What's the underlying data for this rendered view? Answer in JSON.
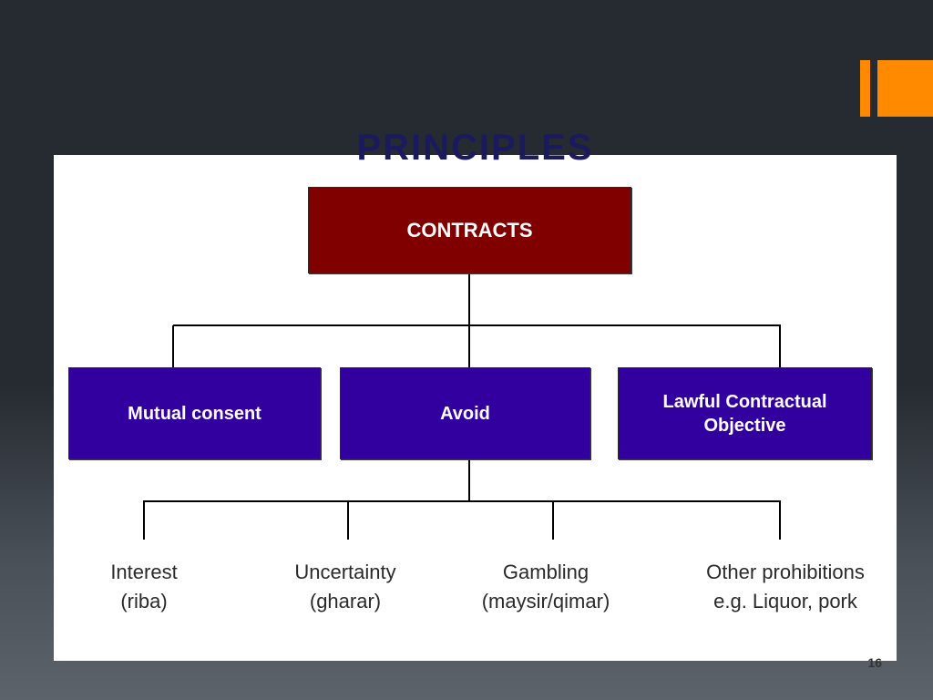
{
  "slide": {
    "accent_color": "#ff8a00",
    "cut_title": "PRINCIPLES"
  },
  "diagram": {
    "root": {
      "label": "CONTRACTS",
      "color": "#800000"
    },
    "children": [
      {
        "label": "Mutual consent",
        "color": "#3300a0"
      },
      {
        "label": "Avoid",
        "color": "#3300a0"
      },
      {
        "label_line1": "Lawful Contractual",
        "label_line2": "Objective",
        "color": "#3300a0"
      }
    ],
    "avoid_items": [
      {
        "line1": "Interest",
        "line2": "(riba)"
      },
      {
        "line1": "Uncertainty",
        "line2": "(gharar)"
      },
      {
        "line1": "Gambling",
        "line2": "(maysir/qimar)"
      },
      {
        "line1": "Other prohibitions",
        "line2": "e.g. Liquor, pork"
      }
    ]
  },
  "page_number": "16"
}
